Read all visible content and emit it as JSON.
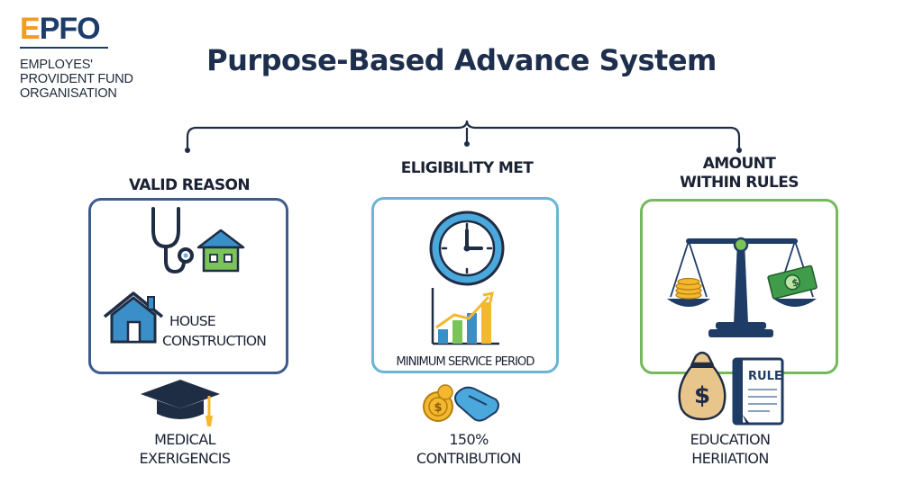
{
  "logo": {
    "mark_first": "E",
    "mark_rest": "PFO",
    "line1": "EMPLOYES'",
    "line2": "PROVIDENT FUND",
    "line3": "ORGANISATION"
  },
  "title": "Purpose-Based Advance System",
  "columns": [
    {
      "label": "VALID REASON",
      "card_text_line1": "HOUSE",
      "card_text_line2": "CONSTRUCTION",
      "bottom_line1": "MEDICAL",
      "bottom_line2": "EXERIGENCIS",
      "border_color": "#3f5a8f"
    },
    {
      "label": "ELIGIBILITY MET",
      "card_text": "MINIMUM SERVICE PERIOD",
      "bottom_line1": "150%",
      "bottom_line2": "CONTRIBUTION",
      "border_color": "#6ab4d6"
    },
    {
      "label_line1": "AMOUNT",
      "label_line2": "WITHIN RULES",
      "rule_doc_text": "RULE",
      "bottom_line1": "EDUCATION",
      "bottom_line2": "HERIIATION",
      "border_color": "#74b95a"
    }
  ],
  "icons": {
    "stethoscope": "stethoscope-icon",
    "small_house": "small-house-icon",
    "house": "house-icon",
    "graduation_cap": "graduation-cap-icon",
    "clock": "clock-icon",
    "growth_chart": "bar-chart-icon",
    "coins": "coins-icon",
    "scale": "balance-scale-icon",
    "money_bag": "money-bag-icon",
    "rule_document": "rule-document-icon"
  }
}
